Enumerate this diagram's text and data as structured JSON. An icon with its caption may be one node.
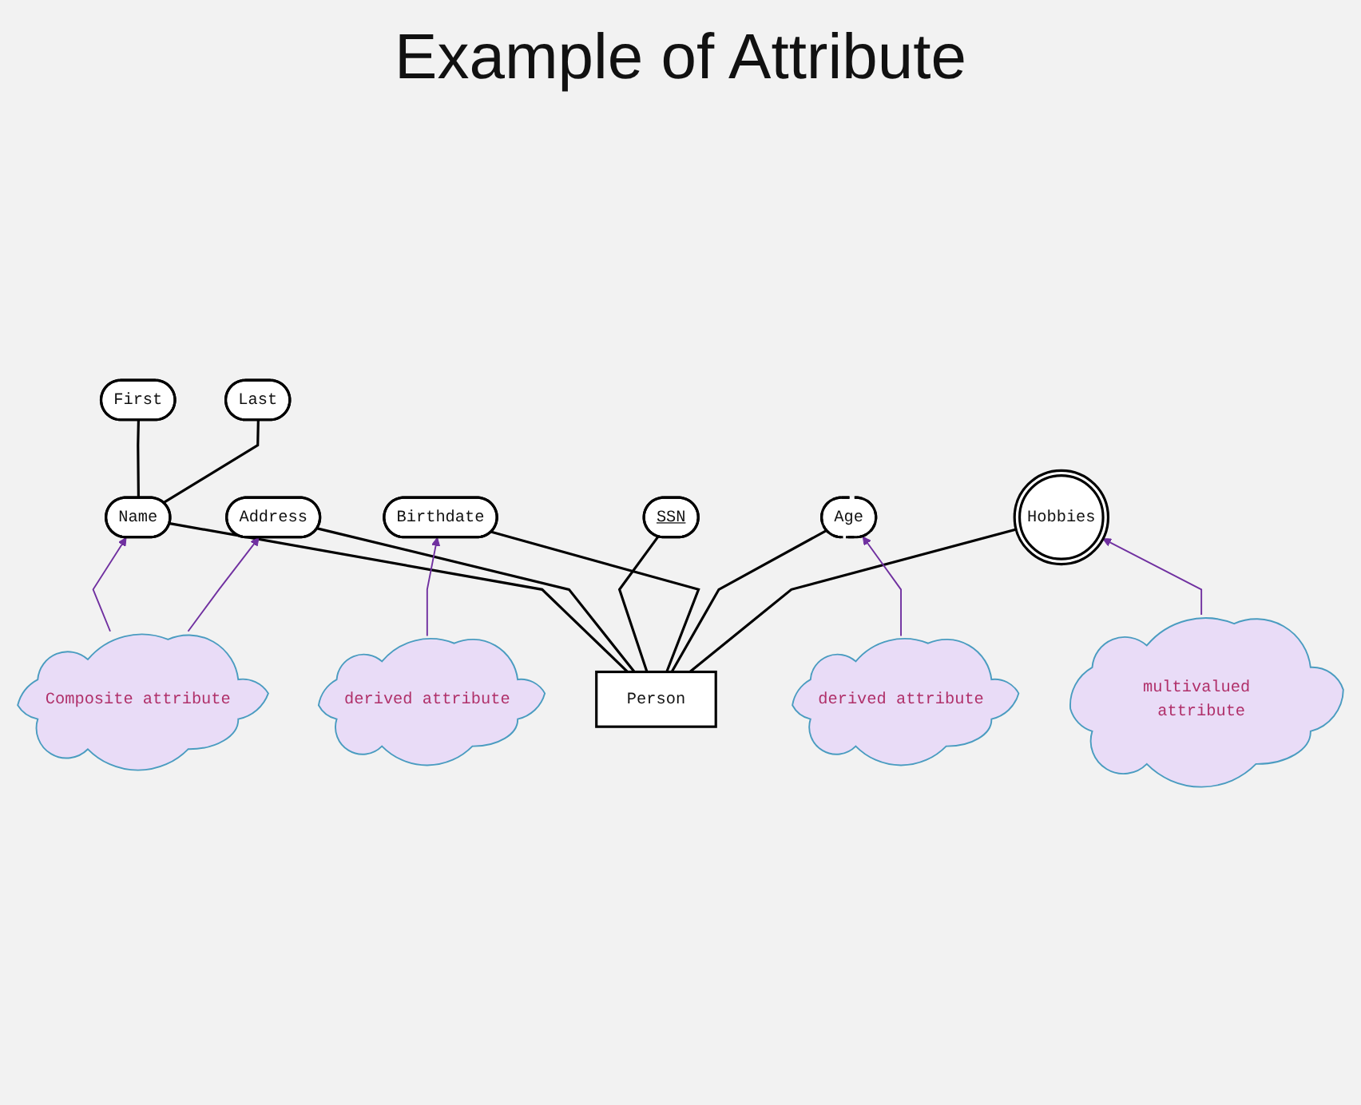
{
  "diagram": {
    "title": "Example of Attribute",
    "nodes": [
      {
        "text": [
          "First"
        ]
      },
      {
        "text": [
          "Last"
        ]
      },
      {
        "text": [
          "SSN"
        ]
      },
      {
        "text": [
          "Address"
        ]
      },
      {
        "text": [
          "Birthdate"
        ]
      },
      {
        "text": [
          "Name"
        ]
      },
      {
        "text": [
          "Age"
        ]
      },
      {
        "text": [
          "Person"
        ]
      },
      {
        "text": [
          "Hobbies"
        ]
      },
      {
        "text": [
          "Composite attribute"
        ]
      },
      {
        "text": [
          "derived attribute"
        ]
      },
      {
        "text": [
          "multivalued attribute"
        ]
      },
      {
        "text": [
          "derived attribute"
        ]
      }
    ],
    "edges": [
      {
        "from": 5,
        "to": 0,
        "arrow": "none"
      },
      {
        "from": 5,
        "to": 1,
        "arrow": "none"
      },
      {
        "from": 7,
        "to": 5,
        "arrow": "none"
      },
      {
        "from": 7,
        "to": 3,
        "arrow": "none"
      },
      {
        "from": 7,
        "to": 2,
        "arrow": "none"
      },
      {
        "from": 7,
        "to": 4,
        "arrow": "none"
      },
      {
        "from": 7,
        "to": 6,
        "arrow": "none"
      },
      {
        "from": 7,
        "to": 8,
        "arrow": "none"
      },
      {
        "from": 9,
        "to": 5,
        "arrow": "to",
        "color": "#7030a0"
      },
      {
        "from": 9,
        "to": 3,
        "arrow": "to",
        "color": "#7030a0"
      },
      {
        "from": 10,
        "to": 4,
        "arrow": "to",
        "color": "#7030a0"
      },
      {
        "from": 11,
        "to": 8,
        "arrow": "to",
        "color": "#7030a0"
      },
      {
        "from": 12,
        "to": 6,
        "arrow": "to",
        "color": "#7030a0"
      }
    ]
  }
}
